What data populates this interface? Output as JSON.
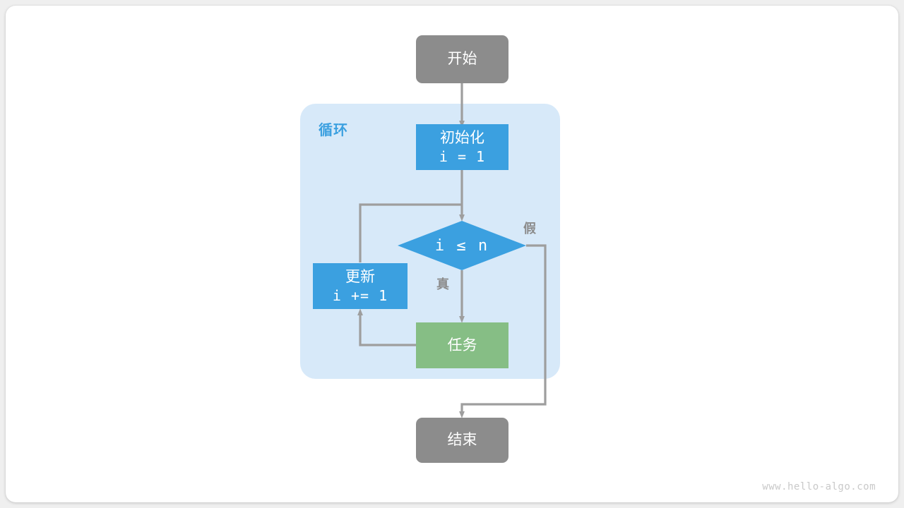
{
  "diagram": {
    "title": "for-loop-flowchart",
    "watermark": "www.hello-algo.com",
    "colors": {
      "terminal": "#8c8c8c",
      "process_blue": "#3ba0e0",
      "process_green": "#86be85",
      "loop_container": "#d7e9f9",
      "arrow": "#9e9e9e",
      "label": "#8c8c8c",
      "canvas": "#ffffff",
      "page": "#efefef"
    },
    "nodes": {
      "start": {
        "label": "开始"
      },
      "init": {
        "line1": "初始化",
        "line2": "i = 1"
      },
      "condition": {
        "label": "i ≤ n"
      },
      "update": {
        "line1": "更新",
        "line2": "i += 1"
      },
      "task": {
        "label": "任务"
      },
      "end": {
        "label": "结束"
      }
    },
    "group": {
      "loop_label": "循环"
    },
    "edge_labels": {
      "true": "真",
      "false": "假"
    }
  }
}
